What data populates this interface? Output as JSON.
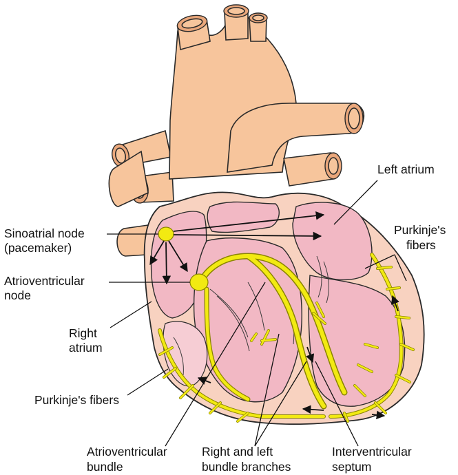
{
  "labels": {
    "left_atrium": "Left atrium",
    "sinoatrial_line1": "Sinoatrial node",
    "sinoatrial_line2": "(pacemaker)",
    "purkinje_right_line1": "Purkinje's",
    "purkinje_right_line2": "fibers",
    "av_node_line1": "Atrioventricular",
    "av_node_line2": "node",
    "right_atrium_line1": "Right",
    "right_atrium_line2": "atrium",
    "purkinje_left": "Purkinje's fibers",
    "av_bundle_line1": "Atrioventricular",
    "av_bundle_line2": "bundle",
    "bundle_branches_line1": "Right and left",
    "bundle_branches_line2": "bundle branches",
    "septum_line1": "Interventricular",
    "septum_line2": "septum"
  },
  "colors": {
    "vessel": "#f7c59c",
    "heart_wall": "#f8d2c0",
    "chamber": "#f2b8c4",
    "conduction": "#f2ea12"
  }
}
